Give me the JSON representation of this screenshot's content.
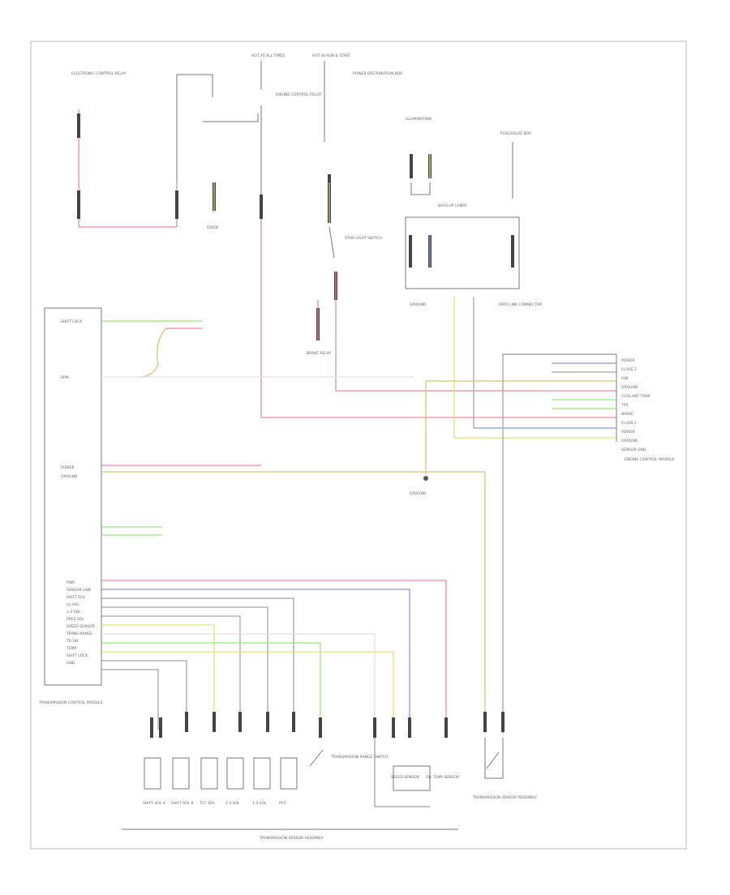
{
  "diagram": {
    "top_power_labels": [
      "HOT AT ALL TIMES",
      "HOT IN RUN & START"
    ],
    "footer_text": "",
    "tcm": {
      "title": "TRANSMISSION CONTROL MODULE",
      "left_pins": [
        "SHIFT LOCK",
        "",
        "",
        "",
        "",
        "",
        "RPM",
        "",
        "",
        "",
        "",
        "",
        "",
        "",
        "",
        "",
        "",
        "POWER",
        "GROUND",
        ""
      ],
      "bottom_pins": [
        "PWR",
        "SENSOR GND",
        "SHIFT SOL",
        "LU SOL",
        "1-2 SOL",
        "PRES SOL",
        "SPEED SENSOR",
        "TRANS RANGE",
        "TR SW",
        "TEMP",
        "SHIFT LOCK",
        "GND"
      ]
    },
    "callouts": {
      "left_fuse_block": "ELECTRONIC CONTROL RELAY",
      "ecm_relay": "ENGINE CONTROL RELAY",
      "diode": "DIODE",
      "power_dist": "POWER DISTRIBUTION BOX",
      "fuse_box": "FUSE/RELAY BOX",
      "stop_light": "STOP LIGHT SWITCH",
      "brake_relay": "BRAKE RELAY",
      "illumination": "ILLUMINATION",
      "back_up": "BACK-UP LAMPS",
      "ground": "GROUND",
      "data_link": "DATA LINK CONNECTOR",
      "right_module": "ENGINE CONTROL MODULE",
      "trans_range": "TRANSMISSION RANGE SWITCH",
      "trans_sensor": "TRANSMISSION SENSOR ASSEMBLY",
      "speed_sensor": "SPEED SENSOR",
      "oil_temp": "OIL TEMP SENSOR"
    },
    "right_labels": [
      "POWER",
      "CLASS 2",
      "IGN",
      "GROUND",
      "COOLANT TEMP",
      "TPS",
      "BRAKE",
      "CLASS 2",
      "POWER",
      "GROUND",
      "SENSOR GND"
    ],
    "solenoids": [
      "SHIFT SOL A",
      "SHIFT SOL B",
      "TCC SOL",
      "2-3 SOL",
      "1-2 SOL",
      "PCS"
    ]
  },
  "colors": {
    "red": "#ef8b99",
    "pink": "#e2829b",
    "blue": "#8a92e6",
    "yellow": "#e8e27a",
    "green": "#9be682",
    "gray": "#a3a3a3",
    "tan": "#dcc17d",
    "frame": "#a9a9a9"
  }
}
